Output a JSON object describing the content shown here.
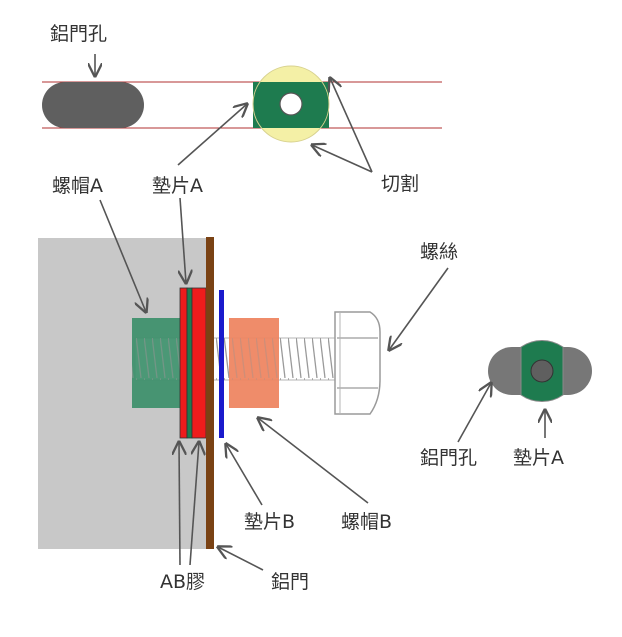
{
  "labels": {
    "slot_top": "鋁門孔",
    "cut": "切割",
    "nut_a": "螺帽A",
    "washer_a_top": "墊片A",
    "screw": "螺絲",
    "slot_right": "鋁門孔",
    "washer_a_right": "墊片A",
    "washer_b": "墊片B",
    "nut_b": "螺帽B",
    "ab_glue": "AB膠",
    "door": "鋁門"
  },
  "colors": {
    "slot": "#5f5f5f",
    "guide_line": "#b03030",
    "washer_ring": "#f4f0a6",
    "washer_green": "#1e7b4f",
    "wall": "#c8c8c8",
    "nut_a": "#3c8f6a",
    "glue_red": "#ee1c1c",
    "door_brown": "#7a4214",
    "washer_b_blue": "#1a1acc",
    "nut_b": "#ee8662",
    "leader": "#555555"
  }
}
